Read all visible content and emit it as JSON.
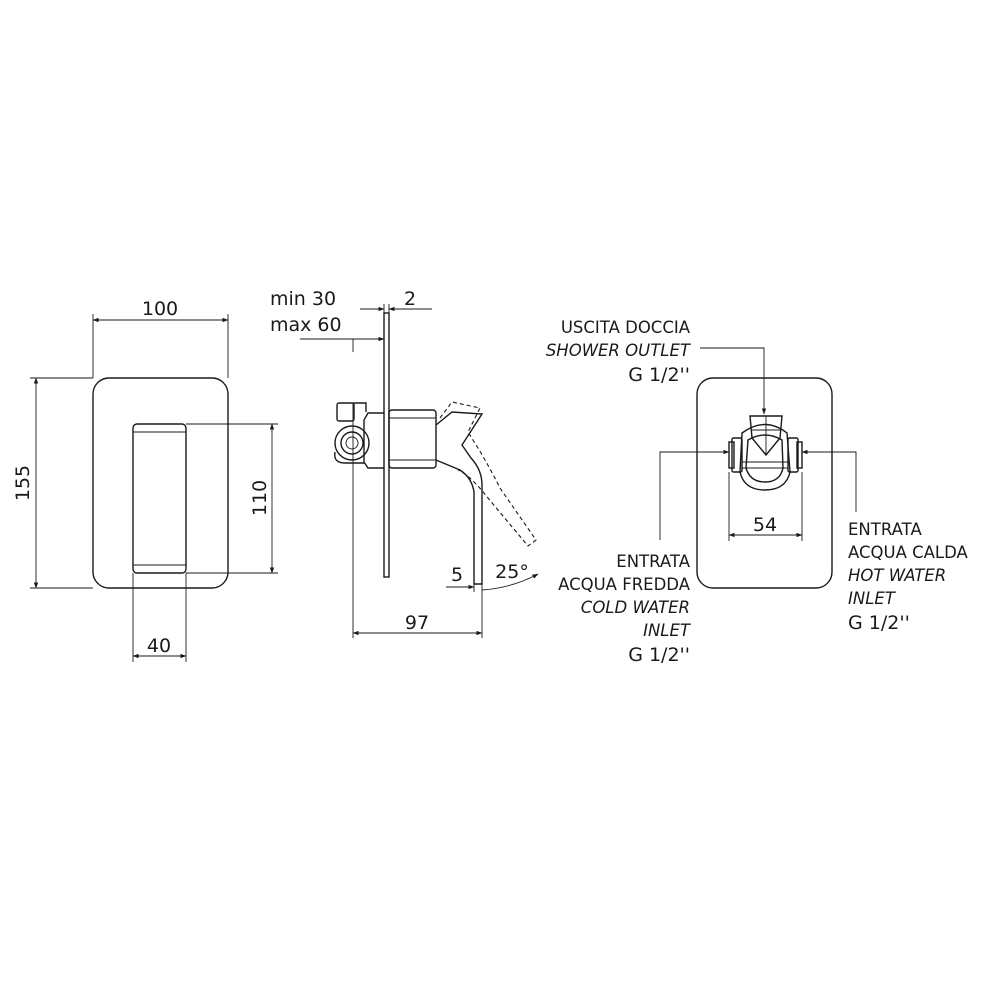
{
  "front_view": {
    "width": "100",
    "height": "155",
    "handle_height": "110",
    "handle_width": "40"
  },
  "side_view": {
    "wall_min": "min 30",
    "wall_max": "max 60",
    "plate_thickness": "2",
    "depth": "97",
    "handle_offset": "5",
    "rotation_angle": "25°"
  },
  "rear_view": {
    "connection_spacing": "54",
    "shower_outlet": {
      "label_it": "USCITA DOCCIA",
      "label_en": "SHOWER OUTLET",
      "thread": "G 1/2''"
    },
    "cold_inlet": {
      "label_it_1": "ENTRATA",
      "label_it_2": "ACQUA FREDDA",
      "label_en_1": "COLD WATER",
      "label_en_2": "INLET",
      "thread": "G 1/2''"
    },
    "hot_inlet": {
      "label_it_1": "ENTRATA",
      "label_it_2": "ACQUA CALDA",
      "label_en_1": "HOT WATER",
      "label_en_2": "INLET",
      "thread": "G 1/2''"
    }
  }
}
